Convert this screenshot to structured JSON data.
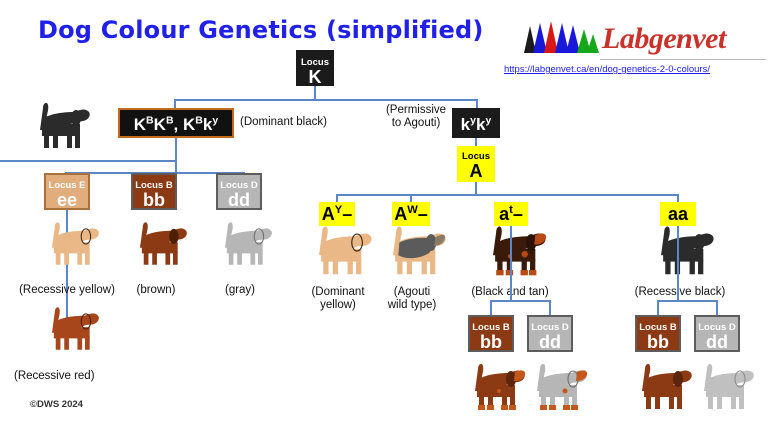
{
  "title": "Dog Colour Genetics (simplified)",
  "logo": {
    "wordmark": "Labgenvet",
    "url": "https://labgenvet.ca/en/dog-genetics-2-0-colours/",
    "peak_colors": [
      "#1b1b1b",
      "#1818d8",
      "#d81818",
      "#1818d8",
      "#1818d8",
      "#16a81a"
    ],
    "wordmark_color": "#c8322a",
    "url_color": "#2020e8"
  },
  "copyright": "©DWS 2024",
  "colors": {
    "title": "#2020e8",
    "connector": "#5b86c8",
    "locus_k_bg": "#1b1b1b",
    "locus_a_bg": "#ffff00",
    "locus_e_bg": "#e2ad7d",
    "locus_b_bg": "#8b3a14",
    "locus_d_bg": "#b6b6b6",
    "genotype_k_border": "#c46a1c"
  },
  "nodes": {
    "locus_k": {
      "caption": "Locus",
      "genotype": "K"
    },
    "locus_a": {
      "caption": "Locus",
      "genotype": "A"
    },
    "k_dominant": {
      "genotype_html": "K<sup>B</sup>K<sup>B</sup>, K<sup>B</sup>k<sup>y</sup>",
      "note": "(Dominant black)"
    },
    "k_recessive": {
      "genotype_html": "k<sup>y</sup>k<sup>y</sup>",
      "note": "(Permissive\nto Agouti)"
    },
    "locus_e_left": {
      "caption": "Locus E",
      "genotype": "ee",
      "phenotype": "(Recessive yellow)"
    },
    "locus_b_left": {
      "caption": "Locus B",
      "genotype": "bb",
      "phenotype": "(brown)"
    },
    "locus_d_left": {
      "caption": "Locus D",
      "genotype": "dd",
      "phenotype": "(gray)"
    },
    "recessive_red": {
      "phenotype": "(Recessive red)"
    },
    "a_y": {
      "genotype_html": "A<sup>Y</sup>–",
      "phenotype": "(Dominant\nyellow)"
    },
    "a_w": {
      "genotype_html": "A<sup>W</sup>–",
      "phenotype": "(Agouti\nwild type)"
    },
    "a_t": {
      "genotype_html": "a<sup>t</sup>–",
      "phenotype": "(Black and tan)"
    },
    "a_a": {
      "genotype_html": "aa",
      "phenotype": "(Recessive black)"
    },
    "at_locus_b": {
      "caption": "Locus B",
      "genotype": "bb"
    },
    "at_locus_d": {
      "caption": "Locus D",
      "genotype": "dd"
    },
    "aa_locus_b": {
      "caption": "Locus B",
      "genotype": "bb"
    },
    "aa_locus_d": {
      "caption": "Locus D",
      "genotype": "dd"
    }
  },
  "dog_icons": {
    "black_top": "dog-silhouette-black-icon",
    "yellow_recessive": "dog-silhouette-yellow-icon",
    "brown": "dog-silhouette-brown-icon",
    "gray": "dog-silhouette-gray-icon",
    "red": "dog-silhouette-red-icon",
    "dominant_yellow": "dog-silhouette-yellow-icon",
    "agouti": "dog-silhouette-agouti-saddle-icon",
    "black_and_tan": "dog-silhouette-black-and-tan-icon",
    "recessive_black": "dog-silhouette-black-icon",
    "at_bb_dog": "dog-silhouette-brown-and-tan-icon",
    "at_dd_dog": "dog-silhouette-gray-and-tan-icon",
    "aa_bb_dog": "dog-silhouette-brown-icon",
    "aa_dd_dog": "dog-silhouette-gray-icon"
  }
}
